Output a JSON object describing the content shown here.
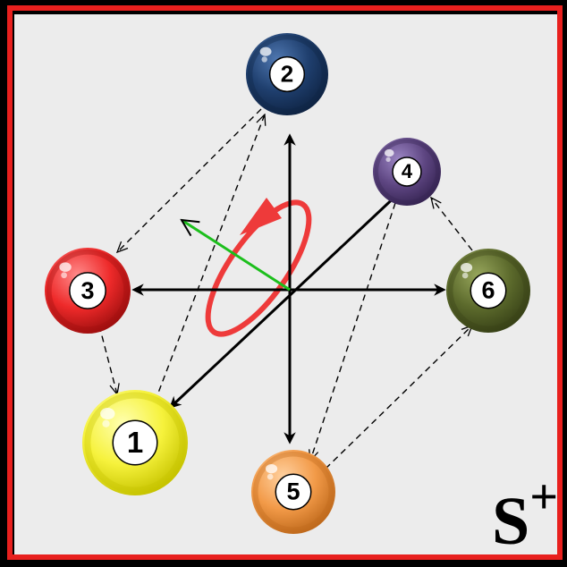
{
  "label": "S",
  "label_sup": "+",
  "colors": {
    "frame": "#e8201e",
    "panel": "#ececec",
    "axis": "#000000",
    "green_vector": "#1cbf1c",
    "rotation": "#ee3a3a"
  },
  "balls": [
    {
      "id": "1",
      "number": "1",
      "color": "#f6f23c",
      "highlight": "#ffffb0",
      "shade": "#c7c400"
    },
    {
      "id": "2",
      "number": "2",
      "color": "#1f3f6e",
      "highlight": "#4f77b0",
      "shade": "#0f2444"
    },
    {
      "id": "3",
      "number": "3",
      "color": "#ee2a2a",
      "highlight": "#ff8a8a",
      "shade": "#a00f0f"
    },
    {
      "id": "4",
      "number": "4",
      "color": "#5e4682",
      "highlight": "#9c86c4",
      "shade": "#372554"
    },
    {
      "id": "5",
      "number": "5",
      "color": "#f29a48",
      "highlight": "#ffd1a0",
      "shade": "#c06a1c"
    },
    {
      "id": "6",
      "number": "6",
      "color": "#5c6a2c",
      "highlight": "#97a65c",
      "shade": "#384217"
    }
  ],
  "connections": [
    {
      "from": "2",
      "to": "3"
    },
    {
      "from": "1",
      "to": "2"
    },
    {
      "from": "3",
      "to": "1"
    },
    {
      "from": "6",
      "to": "4"
    },
    {
      "from": "4",
      "to": "5"
    },
    {
      "from": "5",
      "to": "6"
    }
  ]
}
